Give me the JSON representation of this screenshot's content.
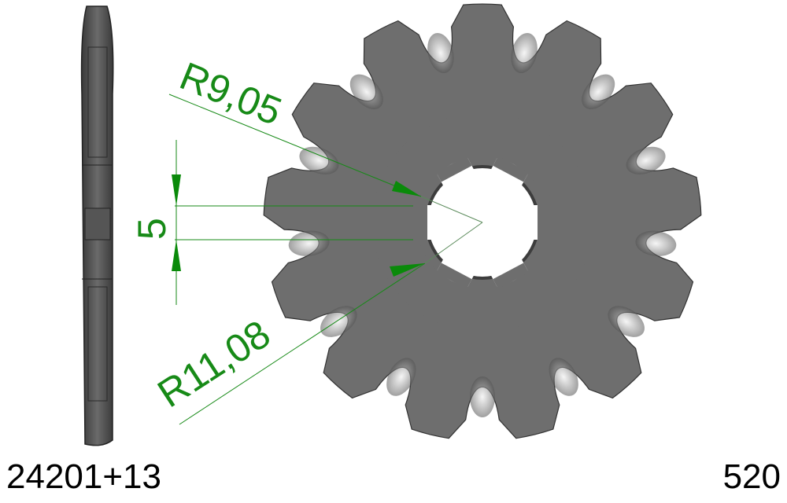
{
  "part_number": "24201+13",
  "chain_pitch": "520",
  "dimensions": {
    "inner_radius": "R9,05",
    "outer_radius": "R11,08",
    "key_width": "5"
  },
  "teeth": 13,
  "colors": {
    "body": "#6e6e6e",
    "dim": "#178a17",
    "dim_arrow": "#0a8a0a"
  }
}
